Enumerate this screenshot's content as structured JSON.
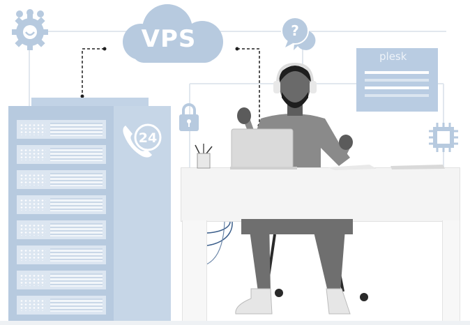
{
  "cloud": {
    "label": "VPS"
  },
  "panel": {
    "brand": "plesk"
  },
  "support": {
    "hours": "24"
  },
  "icons": {
    "users": "users-gear-icon",
    "help": "question-chat-icon",
    "lock": "lock-icon",
    "chip": "cpu-chip-icon",
    "phone": "phone-24-icon"
  },
  "colors": {
    "accent": "#b7cadf",
    "accent_light": "#dce6f1",
    "line": "#dfe6ee",
    "dark": "#1f1f1f"
  }
}
